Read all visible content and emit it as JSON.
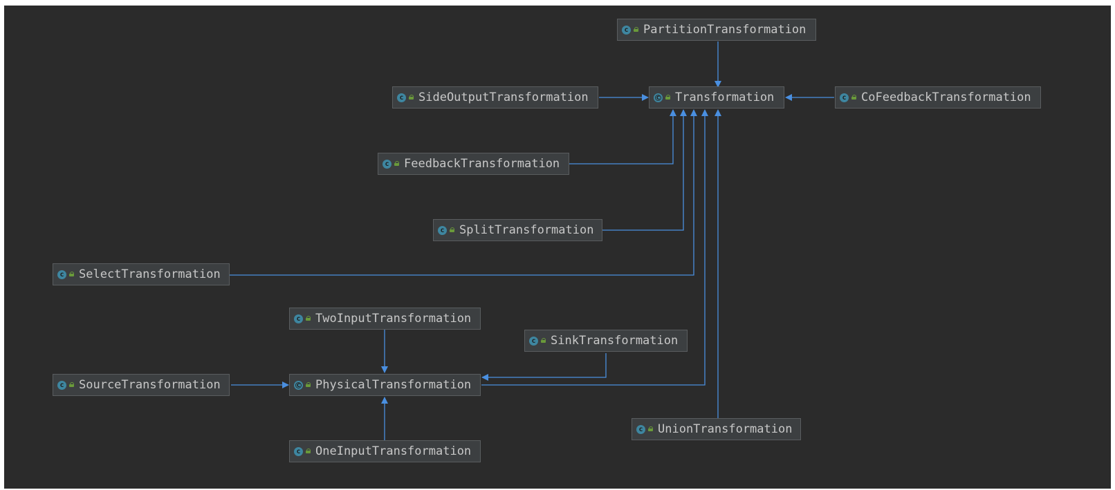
{
  "nodes": {
    "partition": {
      "label": "PartitionTransformation",
      "kind": "class"
    },
    "transformation": {
      "label": "Transformation",
      "kind": "abstract"
    },
    "side_output": {
      "label": "SideOutputTransformation",
      "kind": "class"
    },
    "co_feedback": {
      "label": "CoFeedbackTransformation",
      "kind": "class"
    },
    "feedback": {
      "label": "FeedbackTransformation",
      "kind": "class"
    },
    "split": {
      "label": "SplitTransformation",
      "kind": "class"
    },
    "select": {
      "label": "SelectTransformation",
      "kind": "class"
    },
    "two_input": {
      "label": "TwoInputTransformation",
      "kind": "class"
    },
    "sink": {
      "label": "SinkTransformation",
      "kind": "class"
    },
    "source": {
      "label": "SourceTransformation",
      "kind": "class"
    },
    "physical": {
      "label": "PhysicalTransformation",
      "kind": "abstract"
    },
    "union": {
      "label": "UnionTransformation",
      "kind": "class"
    },
    "one_input": {
      "label": "OneInputTransformation",
      "kind": "class"
    }
  },
  "icons": {
    "class_icon": "class-icon",
    "abstract_icon": "abstract-class-icon",
    "visibility_icon": "public-visibility-icon"
  },
  "colors": {
    "background": "#2b2b2b",
    "node_fill": "#3c3f41",
    "edge": "#4a8fe0",
    "class_icon": "#3e86a0",
    "visibility": "#6a9a3a"
  }
}
